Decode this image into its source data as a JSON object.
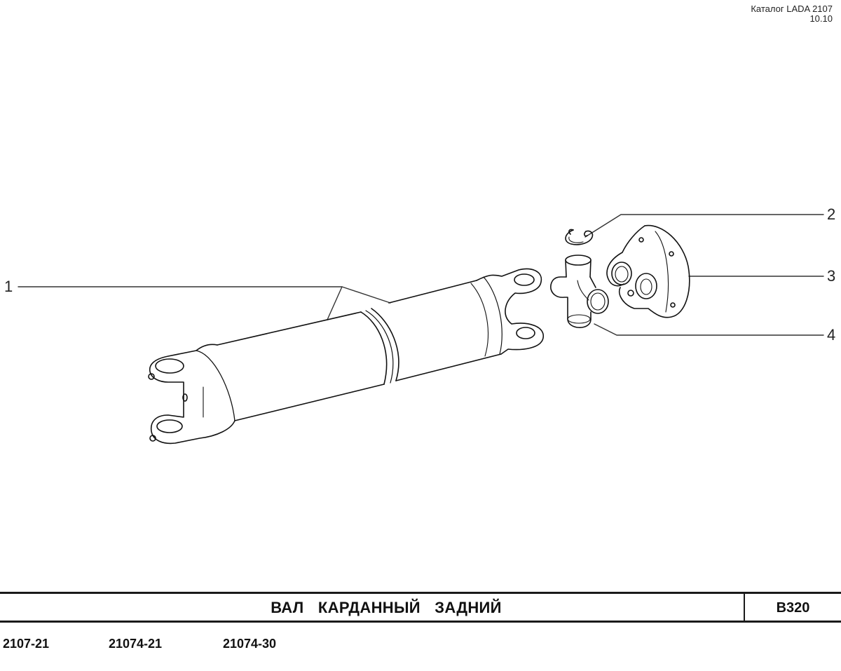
{
  "header": {
    "catalog": "Каталог LADA 2107",
    "revision": "10.10"
  },
  "diagram": {
    "callouts": [
      {
        "number": "1",
        "part": "propeller-shaft"
      },
      {
        "number": "2",
        "part": "retaining-ring"
      },
      {
        "number": "3",
        "part": "flange-yoke"
      },
      {
        "number": "4",
        "part": "universal-joint-cross"
      }
    ]
  },
  "title_bar": {
    "title": "ВАЛ КАРДАННЫЙ ЗАДНИЙ",
    "code": "B320"
  },
  "models": [
    "2107-21",
    "21074-21",
    "21074-30"
  ]
}
